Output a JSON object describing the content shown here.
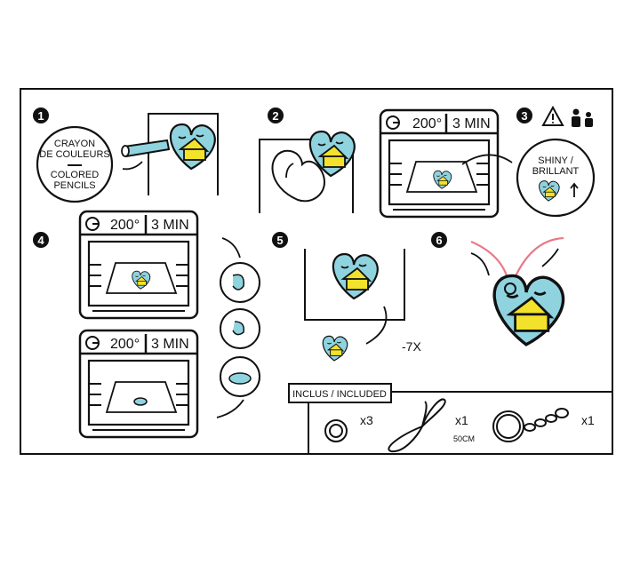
{
  "colors": {
    "ink": "#111111",
    "blue": "#8fd3df",
    "yellow": "#f2e22b",
    "cord": "#e87a88"
  },
  "steps": [
    {
      "number": "1",
      "circle_fr": "CRAYON",
      "circle_fr2": "DE COULEURS",
      "circle_en": "COLORED",
      "circle_en2": "PENCILS"
    },
    {
      "number": "2"
    },
    {
      "number": "3",
      "oven_temp": "200°",
      "oven_time": "3 MIN",
      "result_line1": "SHINY /",
      "result_line2": "BRILLANT",
      "icons": [
        "warning-icon",
        "adult-supervision-icon"
      ]
    },
    {
      "number": "4",
      "oven_temp": "200°",
      "oven_time": "3 MIN",
      "oven2_temp": "200°",
      "oven2_time": "3 MIN"
    },
    {
      "number": "5",
      "repeat": "-7X"
    },
    {
      "number": "6"
    }
  ],
  "included": {
    "label": "INCLUS / INCLUDED",
    "items": [
      {
        "name": "ring",
        "qty": "x3"
      },
      {
        "name": "cord",
        "qty": "x1",
        "size": "50CM"
      },
      {
        "name": "keyring",
        "qty": "x1"
      }
    ]
  }
}
